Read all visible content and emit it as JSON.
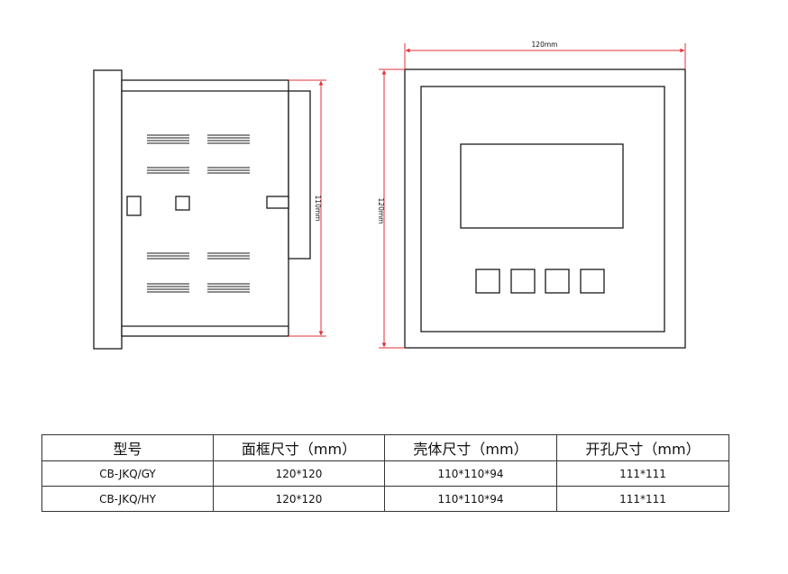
{
  "dimensions": {
    "top_width": "120mm",
    "front_height": "120mm",
    "side_height": "110mm"
  },
  "colors": {
    "outline": "#1a1a1a",
    "dimension_line": "#e0303a"
  },
  "table": {
    "headers": [
      "型号",
      "面框尺寸（mm）",
      "壳体尺寸（mm）",
      "开孔尺寸（mm）"
    ],
    "rows": [
      [
        "CB-JKQ/GY",
        "120*120",
        "110*110*94",
        "111*111"
      ],
      [
        "CB-JKQ/HY",
        "120*120",
        "110*110*94",
        "111*111"
      ]
    ]
  }
}
